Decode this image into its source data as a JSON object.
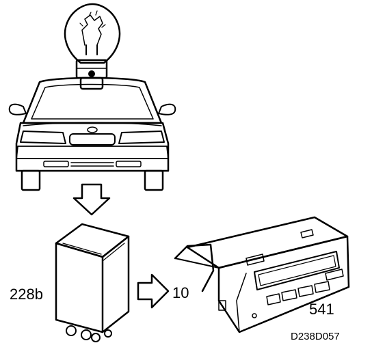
{
  "labels": {
    "relay": "228b",
    "pin": "10",
    "display_unit": "541",
    "drawing_code": "D238D057"
  },
  "icons": {
    "bulb": "light-bulb-icon",
    "car": "car-front-icon",
    "arrow_down": "arrow-down-icon",
    "arrow_right": "arrow-right-icon",
    "relay": "relay-block-icon",
    "display": "information-display-icon"
  },
  "colors": {
    "ink": "#000000",
    "paper": "#ffffff"
  }
}
